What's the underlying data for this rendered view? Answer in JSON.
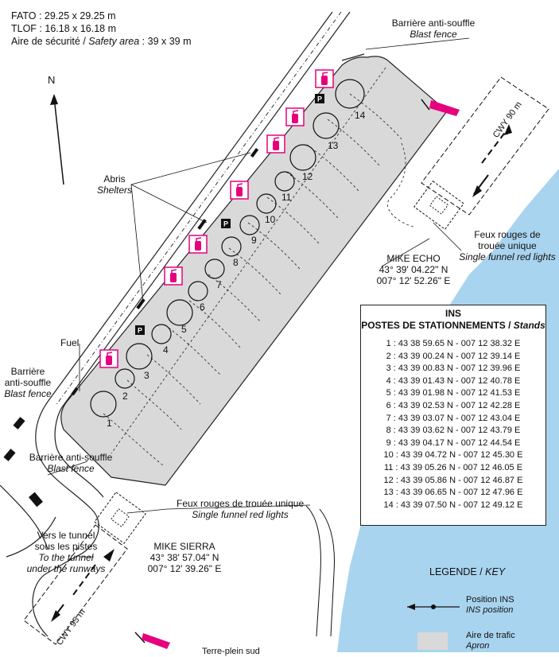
{
  "header": {
    "fato": "FATO : 29.25 x 29.25 m",
    "tlof": "TLOF : 16.18 x 16.18 m",
    "safety_fr": "Aire de sécurité / ",
    "safety_en": "Safety area",
    "safety_val": " : 39 x 39 m"
  },
  "north": "N",
  "labels": {
    "blast_fence_top_fr": "Barrière anti-souffle",
    "blast_fence_top_en": "Blast fence",
    "shelters_fr": "Abris",
    "shelters_en": "Shelters",
    "fuel": "Fuel",
    "blast_fence_left_fr_1": "Barrière",
    "blast_fence_left_fr_2": "anti-souffle",
    "blast_fence_left_en": "Blast fence",
    "blast_fence_bottom_fr": "Barrière anti-souffle",
    "blast_fence_bottom_en": "Blast fence",
    "tunnel_fr_1": "Vers le tunnel",
    "tunnel_fr_2": "sous les pistes",
    "tunnel_en_1": "To the tunnel",
    "tunnel_en_2": "under the runways",
    "red_lights_right_fr_1": "Feux rouges de",
    "red_lights_right_fr_2": "trouée unique",
    "red_lights_right_en": "Single funnel red lights",
    "red_lights_bottom_fr": "Feux rouges de trouée unique",
    "red_lights_bottom_en": "Single funnel red lights",
    "cwy_top": "CWY 90 m",
    "cwy_bottom": "CWY 95 m",
    "parking": "P",
    "cut_text": "Terre-plein sud"
  },
  "points": {
    "mike_echo": {
      "name": "MIKE ECHO",
      "lat": "43° 39' 04.22\" N",
      "lon": "007° 12' 52.26\" E"
    },
    "mike_sierra": {
      "name": "MIKE SIERRA",
      "lat": "43° 38' 57.04\" N",
      "lon": "007° 12' 39.26\" E"
    }
  },
  "ins": {
    "title_1": "INS",
    "title_fr": "POSTES DE STATIONNEMENTS / ",
    "title_en": "Stands",
    "stands": [
      "1 : 43 38 59.65 N - 007 12 38.32 E",
      "2 : 43 39 00.24 N - 007 12 39.14 E",
      "3 : 43 39 00.83 N - 007 12 39.96 E",
      "4 : 43 39 01.43 N - 007 12 40.78 E",
      "5 : 43 39 01.98 N - 007 12 41.53 E",
      "6 : 43 39 02.53 N - 007 12 42.28 E",
      "7 : 43 39 03.07 N - 007 12 43.04 E",
      "8 : 43 39 03.62 N - 007 12 43.79 E",
      "9 : 43 39 04.17 N - 007 12 44.54 E",
      "10 : 43 39 04.72 N - 007 12 45.30 E",
      "11 : 43 39 05.26 N - 007 12 46.05 E",
      "12 : 43 39 05.86 N - 007 12 46.87 E",
      "13 : 43 39 06.65 N - 007 12 47.96 E",
      "14 : 43 39 07.50 N - 007 12 49.12 E"
    ]
  },
  "stand_numbers": [
    "1",
    "2",
    "3",
    "4",
    "5",
    "6",
    "7",
    "8",
    "9",
    "10",
    "11",
    "12",
    "13",
    "14"
  ],
  "legend": {
    "title_fr": "LEGENDE / ",
    "title_en": "KEY",
    "ins_fr": "Position INS",
    "ins_en": "INS position",
    "apron_fr": "Aire de trafic",
    "apron_en": "Apron"
  },
  "colors": {
    "apron": "#d9d9d9",
    "sea": "#a9d4ef",
    "fire_extinguisher": "#e6007e",
    "windsock": "#e6007e"
  },
  "icons": {
    "fire": "fire-extinguisher-icon",
    "windsock": "windsock-icon",
    "parking": "parking-icon"
  }
}
